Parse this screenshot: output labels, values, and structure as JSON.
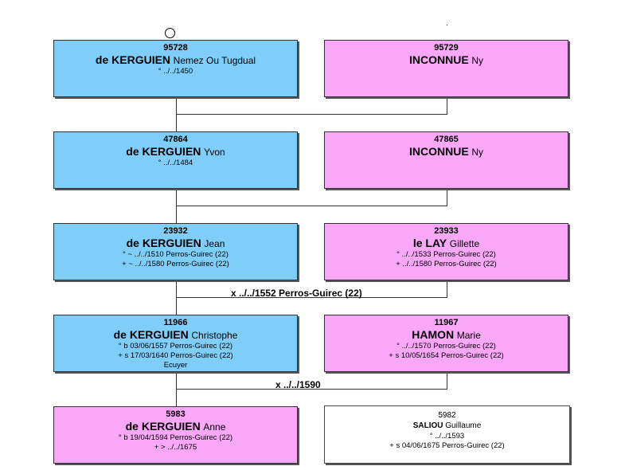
{
  "generations": [
    {
      "left": {
        "sosa": "95728",
        "surname": "de KERGUIEN",
        "given": "Nemez Ou Tugdual",
        "lines": [
          "° ../../1450"
        ]
      },
      "right": {
        "sosa": "95729",
        "surname": "INCONNUE",
        "given": "Ny",
        "lines": []
      },
      "marriage": ""
    },
    {
      "left": {
        "sosa": "47864",
        "surname": "de KERGUIEN",
        "given": "Yvon",
        "lines": [
          "° ../../1484"
        ]
      },
      "right": {
        "sosa": "47865",
        "surname": "INCONNUE",
        "given": "Ny",
        "lines": []
      },
      "marriage": ""
    },
    {
      "left": {
        "sosa": "23932",
        "surname": "de KERGUIEN",
        "given": "Jean",
        "lines": [
          "° ~ ../../1510 Perros-Guirec (22)",
          "+ ~ ../../1580 Perros-Guirec (22)"
        ]
      },
      "right": {
        "sosa": "23933",
        "surname": "le LAY",
        "given": "Gillette",
        "lines": [
          "° ../../1533 Perros-Guirec (22)",
          "+ ../../1580 Perros-Guirec (22)"
        ]
      },
      "marriage": "x ../../1552 Perros-Guirec (22)"
    },
    {
      "left": {
        "sosa": "11966",
        "surname": "de KERGUIEN",
        "given": "Christophe",
        "lines": [
          "° b 03/06/1557 Perros-Guirec (22)",
          "+ s 17/03/1640 Perros-Guirec (22)",
          "Ecuyer"
        ]
      },
      "right": {
        "sosa": "11967",
        "surname": "HAMON",
        "given": "Marie",
        "lines": [
          "° ../../1570 Perros-Guirec (22)",
          "+ s 10/05/1654 Perros-Guirec (22)"
        ]
      },
      "marriage": "x ../../1590"
    },
    {
      "left": {
        "sosa": "5983",
        "surname": "de KERGUIEN",
        "given": "Anne",
        "lines": [
          "° b 19/04/1594 Perros-Guirec (22)",
          "+ > ../../1675"
        ]
      },
      "right": {
        "sosa": "5982",
        "surname": "SALIOU",
        "given": "Guillaume",
        "lines": [
          "° ../../1593",
          "+ s 04/06/1675 Perros-Guirec (22)"
        ]
      },
      "marriage": ""
    }
  ],
  "colors": {
    "male": "#7ecef9",
    "female": "#f8a8f7",
    "spouse": "#ffffff"
  }
}
